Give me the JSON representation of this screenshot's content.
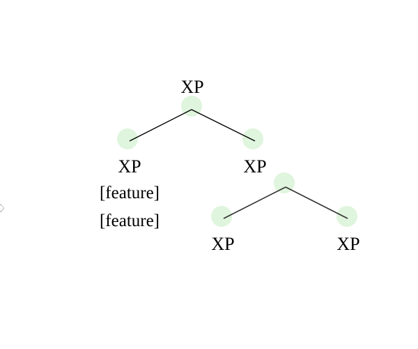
{
  "colors": {
    "background": "#ffffff",
    "node_highlight": "#dff5dd",
    "edge_upper": "#000000",
    "edge_lower": "#333333",
    "text": "#000000"
  },
  "icons": {
    "edge_handle": "drag-handle-icon"
  },
  "tree": {
    "root_label": "XP",
    "left_child_label": "XP",
    "left_child_features": [
      "[feature]",
      "[feature]"
    ],
    "right_child_label": "XP",
    "right_grandchild_left_label": "XP",
    "right_grandchild_right_label": "XP"
  }
}
